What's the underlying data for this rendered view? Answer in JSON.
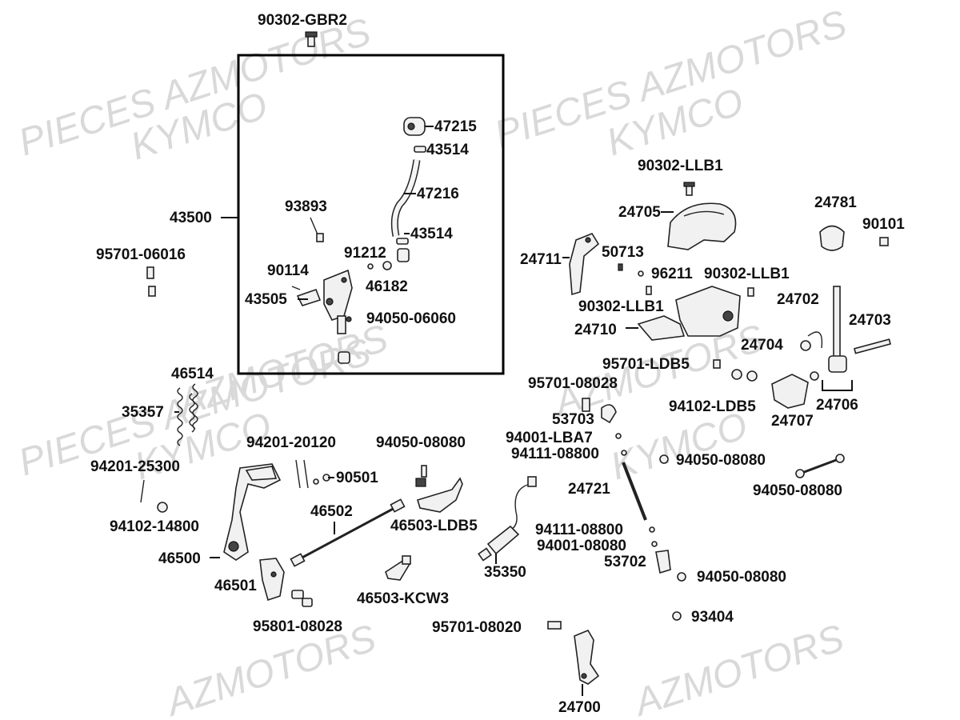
{
  "watermarks": [
    "PIECES AZMOTORS",
    "KYMCO",
    "PIECES AZMOTORS",
    "KYMCO",
    "AZMOTORS",
    "PIECES AZMOTORS",
    "KYMCO",
    "AZMOTORS",
    "KYMCO",
    "AZMOTORS",
    "AZMOTORS"
  ],
  "labels": {
    "l90302_gbr2": "90302-GBR2",
    "l47215": "47215",
    "l43514a": "43514",
    "l47216": "47216",
    "l43500": "43500",
    "l93893": "93893",
    "l43514b": "43514",
    "l95701_06016": "95701-06016",
    "l90114": "90114",
    "l91212": "91212",
    "l46182": "46182",
    "l43505": "43505",
    "l94050_06060": "94050-06060",
    "l90302_llb1_top": "90302-LLB1",
    "l24781": "24781",
    "l24705": "24705",
    "l90101": "90101",
    "l24711": "24711",
    "l50713": "50713",
    "l96211": "96211",
    "l90302_llb1_mid": "90302-LLB1",
    "l90302_llb1_low": "90302-LLB1",
    "l24702": "24702",
    "l24710": "24710",
    "l24704": "24704",
    "l24703": "24703",
    "l95701_ldb5": "95701-LDB5",
    "l94102_ldb5": "94102-LDB5",
    "l24706": "24706",
    "l24707": "24707",
    "l46514": "46514",
    "l35357": "35357",
    "l95701_08028": "95701-08028",
    "l53703": "53703",
    "l94201_20120": "94201-20120",
    "l94050_08080a": "94050-08080",
    "l94001_lba7": "94001-LBA7",
    "l94111_08800a": "94111-08800",
    "l94050_08080b": "94050-08080",
    "l94201_25300": "94201-25300",
    "l90501": "90501",
    "l94050_08080c": "94050-08080",
    "l24721": "24721",
    "l46502": "46502",
    "l94102_14800": "94102-14800",
    "l46503_ldb5": "46503-LDB5",
    "l94111_08800b": "94111-08800",
    "l94001_08080": "94001-08080",
    "l46500": "46500",
    "l53702": "53702",
    "l35350": "35350",
    "l94050_08080d": "94050-08080",
    "l46501": "46501",
    "l46503_kcw3": "46503-KCW3",
    "l93404": "93404",
    "l95801_08028": "95801-08028",
    "l95701_08020": "95701-08020",
    "l24700": "24700"
  }
}
